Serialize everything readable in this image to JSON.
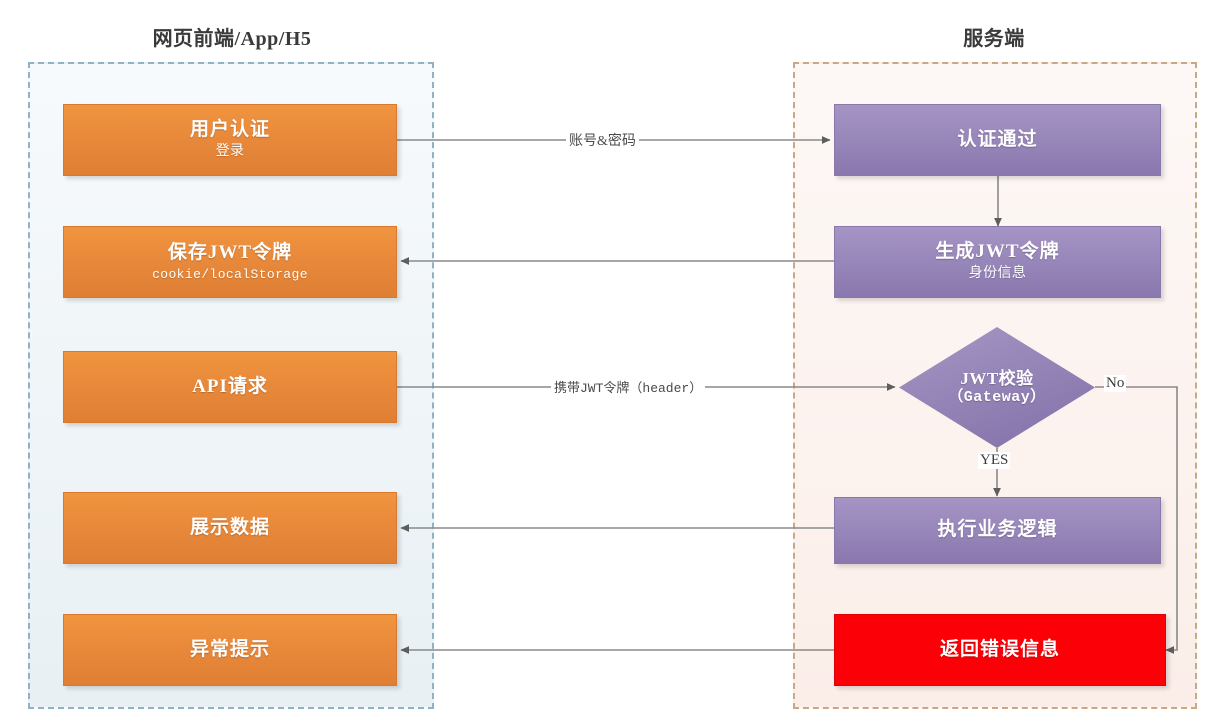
{
  "diagram": {
    "columns": [
      {
        "id": "client",
        "title": "网页前端/App/H5"
      },
      {
        "id": "server",
        "title": "服务端"
      }
    ],
    "nodes": [
      {
        "id": "user-auth",
        "title": "用户认证",
        "subtitle": "登录",
        "color": "#e8883a"
      },
      {
        "id": "save-jwt",
        "title": "保存JWT令牌",
        "subtitle": "cookie/localStorage",
        "color": "#e8883a"
      },
      {
        "id": "api-request",
        "title": "API请求",
        "subtitle": "",
        "color": "#e8883a"
      },
      {
        "id": "show-data",
        "title": "展示数据",
        "subtitle": "",
        "color": "#e8883a"
      },
      {
        "id": "error-tip",
        "title": "异常提示",
        "subtitle": "",
        "color": "#e8883a"
      },
      {
        "id": "auth-pass",
        "title": "认证通过",
        "subtitle": "",
        "color": "#9685b8"
      },
      {
        "id": "gen-jwt",
        "title": "生成JWT令牌",
        "subtitle": "身份信息",
        "color": "#9685b8"
      },
      {
        "id": "jwt-verify",
        "title": "JWT校验",
        "subtitle": "（Gateway）",
        "color": "#9181b4"
      },
      {
        "id": "run-business",
        "title": "执行业务逻辑",
        "subtitle": "",
        "color": "#9685b8"
      },
      {
        "id": "return-error",
        "title": "返回错误信息",
        "subtitle": "",
        "color": "#fb0007"
      }
    ],
    "edges": [
      {
        "id": "credentials",
        "label": "账号&密码",
        "from": "user-auth",
        "to": "auth-pass"
      },
      {
        "id": "auth-to-gen",
        "label": "",
        "from": "auth-pass",
        "to": "gen-jwt"
      },
      {
        "id": "token-back",
        "label": "",
        "from": "gen-jwt",
        "to": "save-jwt"
      },
      {
        "id": "bearer-token",
        "label": "携带JWT令牌（header）",
        "from": "api-request",
        "to": "jwt-verify"
      },
      {
        "id": "verify-yes",
        "label": "YES",
        "from": "jwt-verify",
        "to": "run-business"
      },
      {
        "id": "verify-no",
        "label": "No",
        "from": "jwt-verify",
        "to": "return-error"
      },
      {
        "id": "data-back",
        "label": "",
        "from": "run-business",
        "to": "show-data"
      },
      {
        "id": "error-back",
        "label": "",
        "from": "return-error",
        "to": "error-tip"
      }
    ],
    "palette": {
      "client_border": "#8fb2c4",
      "client_fill": "#eef4f7",
      "server_border": "#c9a883",
      "server_fill": "#fbf1ec",
      "connector": "#6e6e6e"
    }
  }
}
